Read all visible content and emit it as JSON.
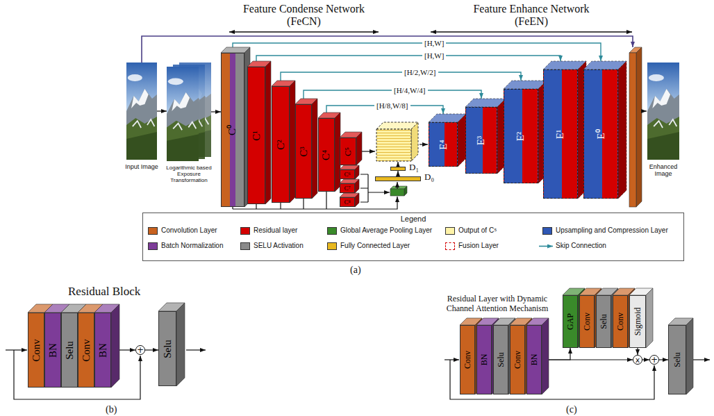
{
  "diagram": {
    "nodes": [
      {
        "text": [
          "Input Image"
        ]
      },
      {
        "text": [
          "Logarithmic based Exposure Transformation"
        ]
      },
      {
        "text": [
          "C⁰"
        ]
      },
      {
        "text": [
          "C¹"
        ]
      },
      {
        "text": [
          "C²"
        ]
      },
      {
        "text": [
          "C³"
        ]
      },
      {
        "text": [
          "C⁴"
        ]
      },
      {
        "text": [
          "C⁵"
        ]
      },
      {
        "text": [
          "C⁶"
        ]
      },
      {
        "text": [
          "C⁷"
        ]
      },
      {
        "text": [
          "C⁸"
        ]
      },
      {
        "text": [
          "D₁"
        ]
      },
      {
        "text": [
          "D₀"
        ]
      },
      {
        "text": [
          "E⁴"
        ]
      },
      {
        "text": [
          "E³"
        ]
      },
      {
        "text": [
          "E²"
        ]
      },
      {
        "text": [
          "E¹"
        ]
      },
      {
        "text": [
          "E⁰"
        ]
      },
      {
        "text": [
          "Enhanced Image"
        ]
      },
      {
        "text": [
          "Legend"
        ]
      },
      {
        "text": [
          "Conv"
        ]
      },
      {
        "text": [
          "BN"
        ]
      },
      {
        "text": [
          "Selu"
        ]
      },
      {
        "text": [
          "Conv"
        ]
      },
      {
        "text": [
          "BN"
        ]
      },
      {
        "text": [
          "+"
        ]
      },
      {
        "text": [
          "Selu"
        ]
      },
      {
        "text": [
          "Conv"
        ]
      },
      {
        "text": [
          "BN"
        ]
      },
      {
        "text": [
          "Selu"
        ]
      },
      {
        "text": [
          "Conv"
        ]
      },
      {
        "text": [
          "BN"
        ]
      },
      {
        "text": [
          "GAP"
        ]
      },
      {
        "text": [
          "Conv"
        ]
      },
      {
        "text": [
          "Selu"
        ]
      },
      {
        "text": [
          "Conv"
        ]
      },
      {
        "text": [
          "Sigmoid"
        ]
      },
      {
        "text": [
          "x"
        ]
      },
      {
        "text": [
          "+"
        ]
      },
      {
        "text": [
          "Selu"
        ]
      }
    ],
    "edges": [
      {
        "from": 0,
        "to": 1,
        "arrow": "to"
      },
      {
        "from": 1,
        "to": 2,
        "arrow": "to"
      },
      {
        "from": 12,
        "to": 11,
        "arrow": "to"
      },
      {
        "from": 24,
        "to": 25,
        "arrow": "to"
      },
      {
        "from": 25,
        "to": 26,
        "arrow": "to"
      },
      {
        "from": 31,
        "to": 37,
        "arrow": "to"
      },
      {
        "from": 31,
        "to": 32,
        "arrow": "to"
      },
      {
        "from": 36,
        "to": 37,
        "arrow": "to"
      },
      {
        "from": 37,
        "to": 38,
        "arrow": "to"
      },
      {
        "from": 38,
        "to": 39,
        "arrow": "to"
      }
    ],
    "labels": [
      "Feature Condense Network (FeCN)",
      "Feature Enhance Network (FeEN)",
      "[H,W]",
      "[H,W]",
      "[H/2,W/2]",
      "[H/4,W/4]",
      "[H/8,W/8]",
      "(a)",
      "Residual Block",
      "(b)",
      "Residual Layer with Dynamic Channel Attention Mechanism",
      "(c)"
    ],
    "legend": [
      {
        "text": "Convolution Layer",
        "color": "#c8621f"
      },
      {
        "text": "Residual layer",
        "color": "#d40000"
      },
      {
        "text": "Global Average Pooling Layer",
        "color": "#3a8a2a"
      },
      {
        "text": "Output of C⁵",
        "color": "#fff3a8"
      },
      {
        "text": "Upsampling and Compression Layer",
        "color": "#2f57b5"
      },
      {
        "text": "Batch Normalization",
        "color": "#7d3c98"
      },
      {
        "text": "SELU Activation",
        "color": "#8a8a8a"
      },
      {
        "text": "Fully Connected Layer",
        "color": "#e8b820"
      },
      {
        "text": "Fusion Layer"
      },
      {
        "text": "Skip Connection"
      }
    ]
  }
}
